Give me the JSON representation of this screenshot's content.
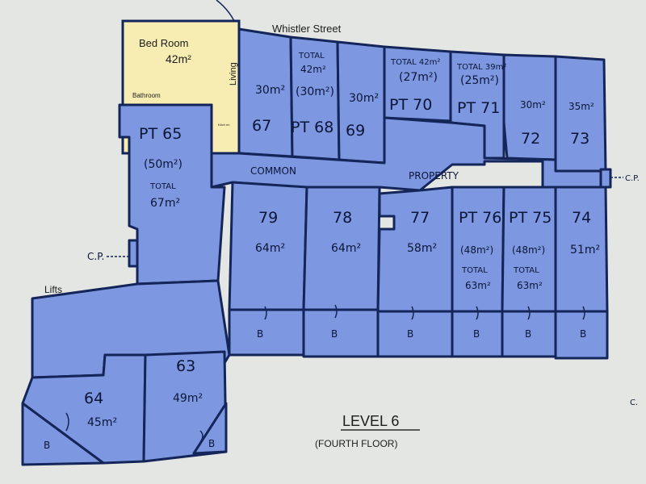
{
  "street_label": "Whistler Street",
  "lifts_label": "Lifts",
  "cp_label": "C.P.",
  "cp_right_label": "C.P.",
  "c_right_label": "C.",
  "common_label": "COMMON",
  "property_label": "PROPERTY",
  "level_title": "LEVEL 6",
  "level_subtitle": "(FOURTH FLOOR)",
  "highlight": {
    "bedroom_label": "Bed Room",
    "bedroom_area": "42m²",
    "bathroom_label": "Bathroom",
    "living_label": "Living",
    "kitchen_label": "Kitch en",
    "color": "#f7ecb1"
  },
  "units": {
    "u67": {
      "number": "67",
      "area": "30m²"
    },
    "u68": {
      "number": "PT 68",
      "total": "TOTAL",
      "total_area": "42m²",
      "area": "(30m²)"
    },
    "u69": {
      "number": "69",
      "area": "30m²"
    },
    "u70": {
      "number": "PT 70",
      "total": "TOTAL 42m²",
      "area": "(27m²)"
    },
    "u71": {
      "number": "PT 71",
      "total": "TOTAL 39m²",
      "area": "(25m²)"
    },
    "u72": {
      "number": "72",
      "area": "30m²"
    },
    "u73": {
      "number": "73",
      "area": "35m²"
    },
    "u65": {
      "number": "PT 65",
      "area": "(50m²)",
      "total": "TOTAL",
      "total_area": "67m²"
    },
    "u79": {
      "number": "79",
      "area": "64m²"
    },
    "u78": {
      "number": "78",
      "area": "64m²"
    },
    "u77": {
      "number": "77",
      "area": "58m²"
    },
    "u76": {
      "number": "PT 76",
      "area": "(48m²)",
      "total": "TOTAL",
      "total_area": "63m²"
    },
    "u75": {
      "number": "PT 75",
      "area": "(48m²)",
      "total": "TOTAL",
      "total_area": "63m²"
    },
    "u74": {
      "number": "74",
      "area": "51m²"
    },
    "u64": {
      "number": "64",
      "area": "45m²"
    },
    "u63": {
      "number": "63",
      "area": "49m²"
    }
  },
  "balcony_label": "B",
  "colors": {
    "unit": "#7d97e0",
    "line": "#142559",
    "paper": "#e4e6e3"
  }
}
